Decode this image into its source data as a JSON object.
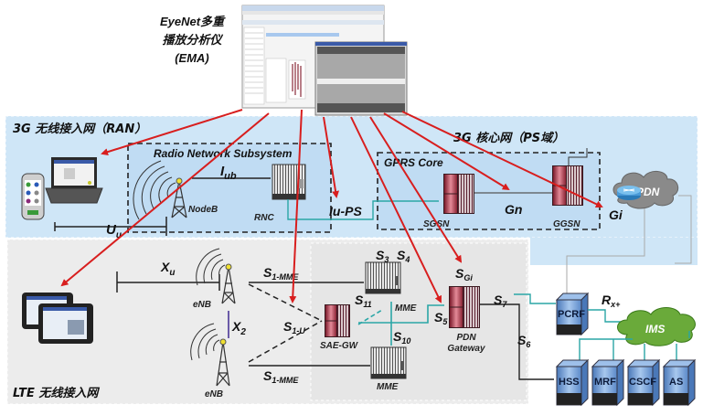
{
  "title": {
    "line1": "EyeNet多重",
    "line2": "播放分析仪",
    "line3": "(EMA)"
  },
  "regions": {
    "ran3g": "3G 无线接入网（RAN）",
    "core3g": "3G 核心网（PS域）",
    "lte": "LTE 无线接入网",
    "rns": "Radio Network Subsystem",
    "gprs": "GPRS Core"
  },
  "nodes": {
    "nodeb": "NodeB",
    "rnc": "RNC",
    "sgsn": "SGSN",
    "ggsn": "GGSN",
    "pdn_cloud": "PDN",
    "enb1": "eNB",
    "enb2": "eNB",
    "mme_top": "MME",
    "mme_bottom": "MME",
    "sae_gw": "SAE-GW",
    "pdn_gw_1": "PDN",
    "pdn_gw_2": "Gateway",
    "pcrf": "PCRF",
    "ims": "IMS",
    "hss": "HSS",
    "mrf": "MRF",
    "cscf": "CSCF",
    "as": "AS"
  },
  "interfaces": {
    "iub_main": "I",
    "iub_sub": "ub",
    "uu_main": "U",
    "uu_sub": "u",
    "iups": "Iu-PS",
    "gn": "Gn",
    "gi": "Gi",
    "xu_main": "X",
    "xu_sub": "u",
    "x2_main": "X",
    "x2_sub": "2",
    "s1mme_top_main": "S",
    "s1mme_top_sub": "1-MME",
    "s1mme_bot_main": "S",
    "s1mme_bot_sub": "1-MME",
    "s1u_main": "S",
    "s1u_sub": "1-U",
    "s3_main": "S",
    "s3_sub": "3",
    "s4_main": "S",
    "s4_sub": "4",
    "s11_main": "S",
    "s11_sub": "11",
    "s10_main": "S",
    "s10_sub": "10",
    "s5_main": "S",
    "s5_sub": "5",
    "sgi_main": "S",
    "sgi_sub": "Gi",
    "s7_main": "S",
    "s7_sub": "7",
    "s6_main": "S",
    "s6_sub": "6",
    "rx_main": "R",
    "rx_sub": "x+"
  },
  "colors": {
    "arrow": "#d81e1e",
    "ran_bg": "#cfe6f7",
    "lte_bg": "#ececec",
    "teal_link": "#2aa6a6",
    "server_red": "#a52a3a",
    "server_blue": "#6f9fd8",
    "ims_cloud": "#5a9a2a",
    "pdn_cloud": "#8a8a8a"
  }
}
